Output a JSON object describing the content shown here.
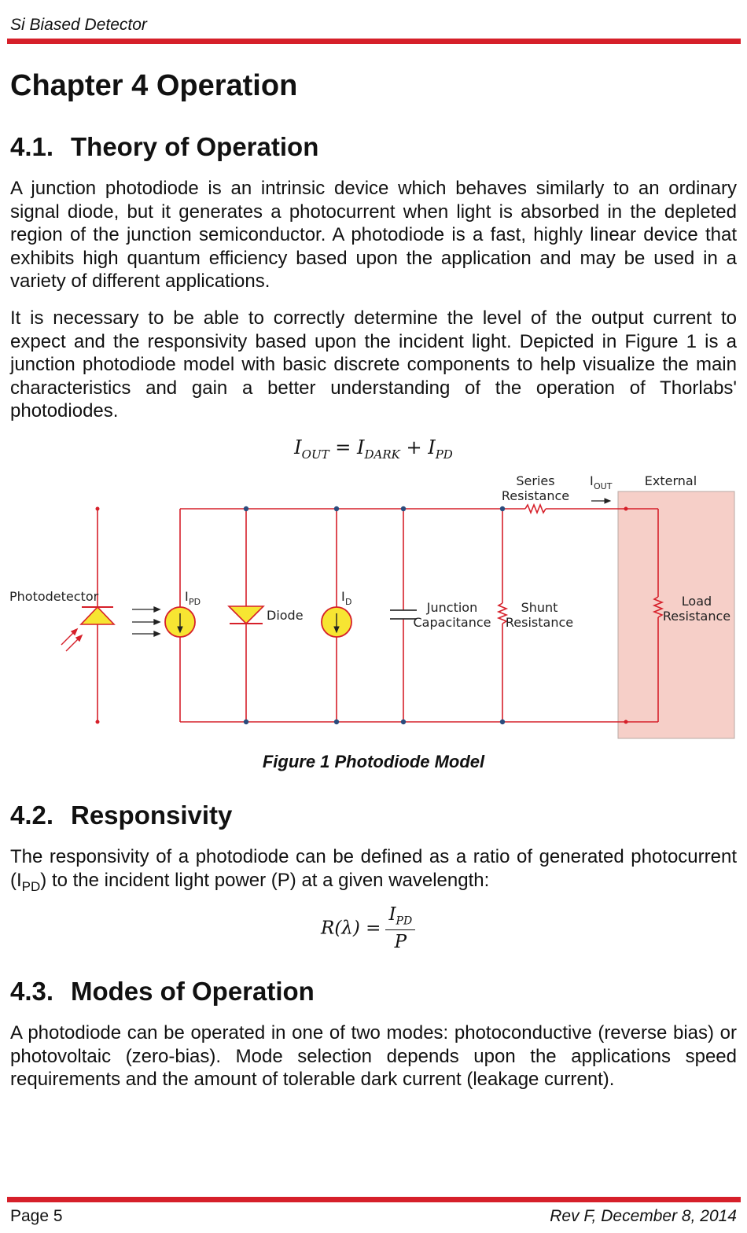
{
  "header": {
    "title": "Si Biased Detector"
  },
  "chapter": {
    "title": "Chapter 4  Operation"
  },
  "sections": [
    {
      "number": "4.1.",
      "title": "Theory of Operation",
      "paragraphs": [
        "A junction photodiode is an intrinsic device which behaves similarly to an ordinary signal diode, but it generates a photocurrent when light is absorbed in the depleted region of the junction semiconductor. A photodiode is a fast, highly linear device that exhibits high quantum efficiency based upon the application and may be used in a variety of different applications.",
        "It is necessary to be able to correctly determine the level of the output current to expect and the responsivity based upon the incident light. Depicted in Figure 1 is a junction photodiode model with basic discrete components to help visualize the main characteristics and gain a better understanding of the operation of Thorlabs' photodiodes."
      ]
    },
    {
      "number": "4.2.",
      "title": "Responsivity",
      "paragraph_before": "The responsivity of a photodiode can be defined as a ratio of generated photocurrent (I",
      "paragraph_sub": "PD",
      "paragraph_after": ") to the incident light power (P) at a given wavelength:"
    },
    {
      "number": "4.3.",
      "title": "Modes of Operation",
      "paragraph": "A photodiode can be operated in one of two modes: photoconductive (reverse bias) or photovoltaic (zero-bias). Mode selection depends upon the applications speed requirements and the amount of tolerable dark current (leakage current)."
    }
  ],
  "equations": {
    "iout": {
      "lhs": "I",
      "lhs_sub": "OUT",
      "eq": " = ",
      "t1": "I",
      "t1_sub": "DARK",
      "plus": " + ",
      "t2": "I",
      "t2_sub": "PD"
    },
    "responsivity": {
      "lhs": "R(λ) =",
      "num": "I",
      "num_sub": "PD",
      "den": "P"
    }
  },
  "figure": {
    "caption": "Figure 1  Photodiode Model",
    "labels": {
      "series_resistance_1": "Series",
      "series_resistance_2": "Resistance",
      "iout": "I",
      "iout_sub": "OUT",
      "external": "External",
      "photodetector": "Photodetector",
      "ipd": "I",
      "ipd_sub": "PD",
      "diode": "Diode",
      "id": "I",
      "id_sub": "D",
      "junction_1": "Junction",
      "junction_2": "Capacitance",
      "shunt_1": "Shunt",
      "shunt_2": "Resistance",
      "load_1": "Load",
      "load_2": "Resistance"
    },
    "colors": {
      "wire": "#d6202a",
      "node": "#2a4b7c",
      "source_fill": "#f7e532",
      "external_box": "#f6cfc8"
    }
  },
  "footer": {
    "page": "Page 5",
    "revision": "Rev F, December 8, 2014"
  }
}
